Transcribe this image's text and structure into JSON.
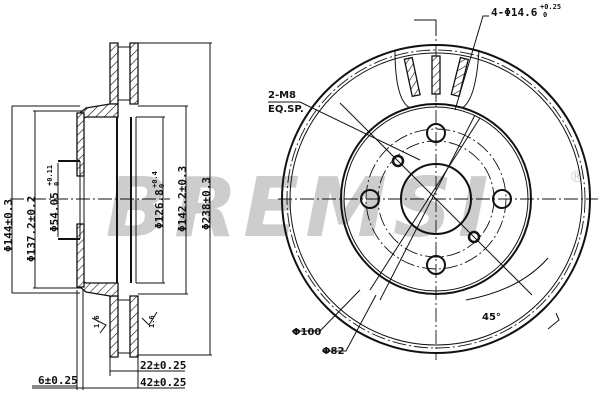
{
  "watermark": {
    "brand": "BREMSI",
    "registered_mark": "®",
    "color": "#b3b3b3"
  },
  "side_view": {
    "diameter_dims": [
      {
        "id": "d144",
        "label": "Φ144±0.3",
        "main": "Φ144±0.3",
        "sup": ""
      },
      {
        "id": "d137",
        "label": "Φ137.2±0.2",
        "main": "Φ137.2±0.2",
        "sup": ""
      },
      {
        "id": "d54",
        "label": "Φ54.05 +0.11/0",
        "main": "Φ54.05",
        "sup_top": "+0.11",
        "sup_bot": "0"
      },
      {
        "id": "d126",
        "label": "Φ126.8 +0.4/0",
        "main": "Φ126.8",
        "sup_top": "+0.4",
        "sup_bot": "0"
      },
      {
        "id": "d142",
        "label": "Φ142.2±0.3",
        "main": "Φ142.2±0.3",
        "sup": ""
      },
      {
        "id": "d238",
        "label": "Φ238±0.3",
        "main": "Φ238±0.3",
        "sup": ""
      }
    ],
    "thickness_dims": [
      {
        "id": "t22",
        "label": "22±0.25"
      },
      {
        "id": "t42",
        "label": "42±0.25"
      },
      {
        "id": "t6",
        "label": "6±0.25"
      }
    ],
    "roughness": [
      {
        "id": "r1",
        "label": "1.6"
      },
      {
        "id": "r2",
        "label": "1.6"
      }
    ]
  },
  "front_view": {
    "callouts": {
      "holes": {
        "main": "4-Φ14.6",
        "sup_top": "+0.25",
        "sup_bot": "0"
      },
      "threads": {
        "line1": "2-M8",
        "line2": "EQ.SP."
      },
      "pcd100": "Φ100",
      "pcd82": "Φ82",
      "angle": "45°"
    }
  }
}
